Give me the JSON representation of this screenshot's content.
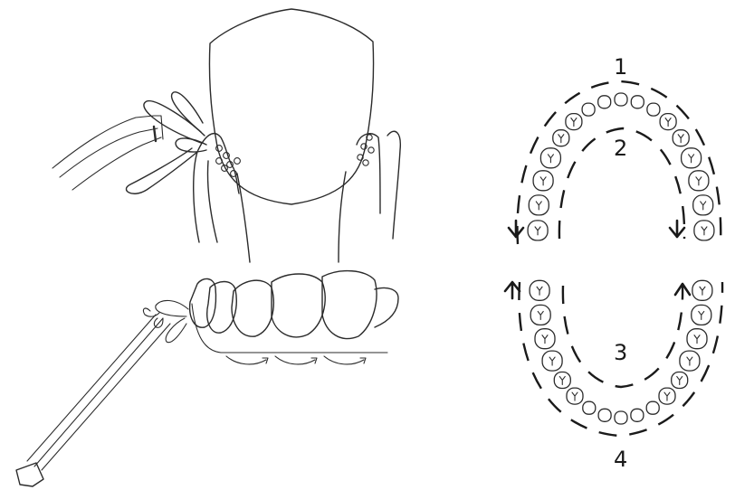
{
  "diagram": {
    "arch_labels": [
      "1",
      "2",
      "3",
      "4"
    ],
    "palette": {
      "ink": "#2b2b2b",
      "background": "#ffffff"
    }
  }
}
